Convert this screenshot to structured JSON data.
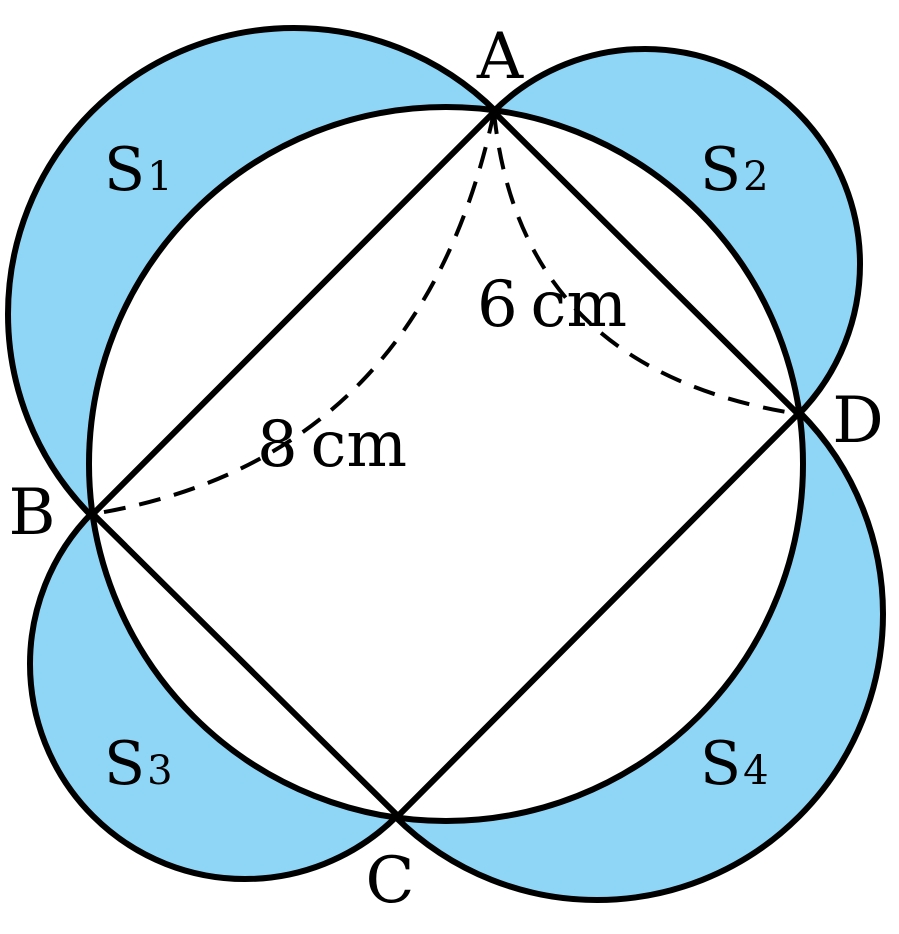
{
  "diagram": {
    "vertices": {
      "A": "A",
      "B": "B",
      "C": "C",
      "D": "D"
    },
    "lengths": {
      "AB": "8 cm",
      "AD": "6 cm"
    },
    "regions": [
      {
        "base": "S",
        "sub": "1"
      },
      {
        "base": "S",
        "sub": "2"
      },
      {
        "base": "S",
        "sub": "3"
      },
      {
        "base": "S",
        "sub": "4"
      }
    ],
    "colors": {
      "shade": "#8fd6f6",
      "stroke": "#000000",
      "background": "#ffffff"
    }
  }
}
